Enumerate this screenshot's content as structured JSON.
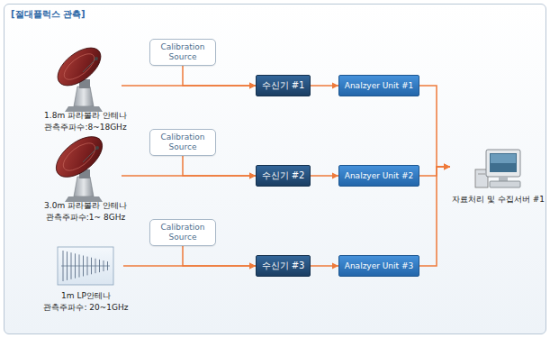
{
  "diagram": {
    "title": "[절대플럭스 관측]",
    "nodes": [
      {
        "text": [
          "1.8m 파라볼라 안테나",
          "관측주파수:8~18GHz"
        ]
      },
      {
        "text": [
          "Calibration Source"
        ]
      },
      {
        "text": [
          "수신기 #1"
        ]
      },
      {
        "text": [
          "Analzyer Unit #1"
        ]
      },
      {
        "text": [
          "3.0m 파라볼라 안테나",
          "관측주파수:1~ 8GHz"
        ]
      },
      {
        "text": [
          "Calibration Source"
        ]
      },
      {
        "text": [
          "수신기 #2"
        ]
      },
      {
        "text": [
          "Analzyer Unit #2"
        ]
      },
      {
        "text": [
          "1m LP안테나",
          "관측주파수: 20~1GHz"
        ]
      },
      {
        "text": [
          "Calibration Source"
        ]
      },
      {
        "text": [
          "수신기 #3"
        ]
      },
      {
        "text": [
          "Analzyer Unit #3"
        ]
      },
      {
        "text": [
          "자료처리 및 수집서버 #1"
        ]
      }
    ],
    "edges": [
      {
        "from": 0,
        "to": 2,
        "arrow": "to"
      },
      {
        "from": 1,
        "to": 2,
        "arrow": "to"
      },
      {
        "from": 2,
        "to": 3,
        "arrow": "to"
      },
      {
        "from": 3,
        "to": 12,
        "arrow": "to"
      },
      {
        "from": 4,
        "to": 6,
        "arrow": "to"
      },
      {
        "from": 5,
        "to": 6,
        "arrow": "to"
      },
      {
        "from": 6,
        "to": 7,
        "arrow": "to"
      },
      {
        "from": 7,
        "to": 12,
        "arrow": "to"
      },
      {
        "from": 8,
        "to": 10,
        "arrow": "to"
      },
      {
        "from": 9,
        "to": 10,
        "arrow": "to"
      },
      {
        "from": 10,
        "to": 11,
        "arrow": "to"
      },
      {
        "from": 11,
        "to": 12,
        "arrow": "to"
      }
    ]
  }
}
